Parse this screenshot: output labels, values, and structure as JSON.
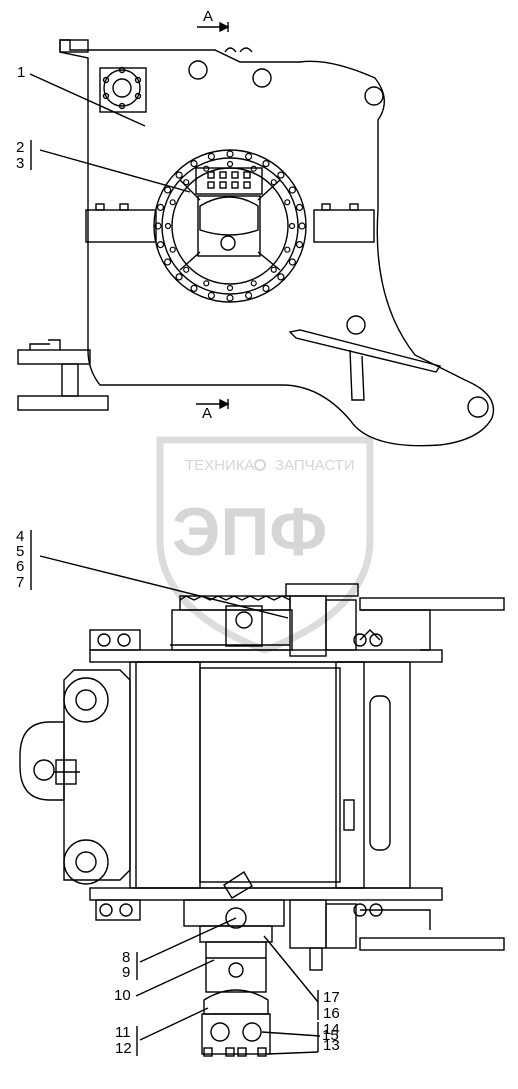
{
  "section_labels": {
    "top": "A",
    "bottom": "A"
  },
  "callouts": {
    "c1": "1",
    "c2": "2",
    "c3": "3",
    "c4": "4",
    "c5": "5",
    "c6": "6",
    "c7": "7",
    "c8": "8",
    "c9": "9",
    "c10": "10",
    "c11": "11",
    "c12": "12",
    "c13": "13",
    "c14": "14",
    "c15": "15",
    "c16": "16",
    "c17": "17"
  },
  "watermark": {
    "line1": "ТЕХНИКА",
    "line2": "ЗАПЧАСТИ",
    "logo": "ЭПФ"
  },
  "colors": {
    "line": "#000000",
    "watermark": "#d6d6d6"
  }
}
